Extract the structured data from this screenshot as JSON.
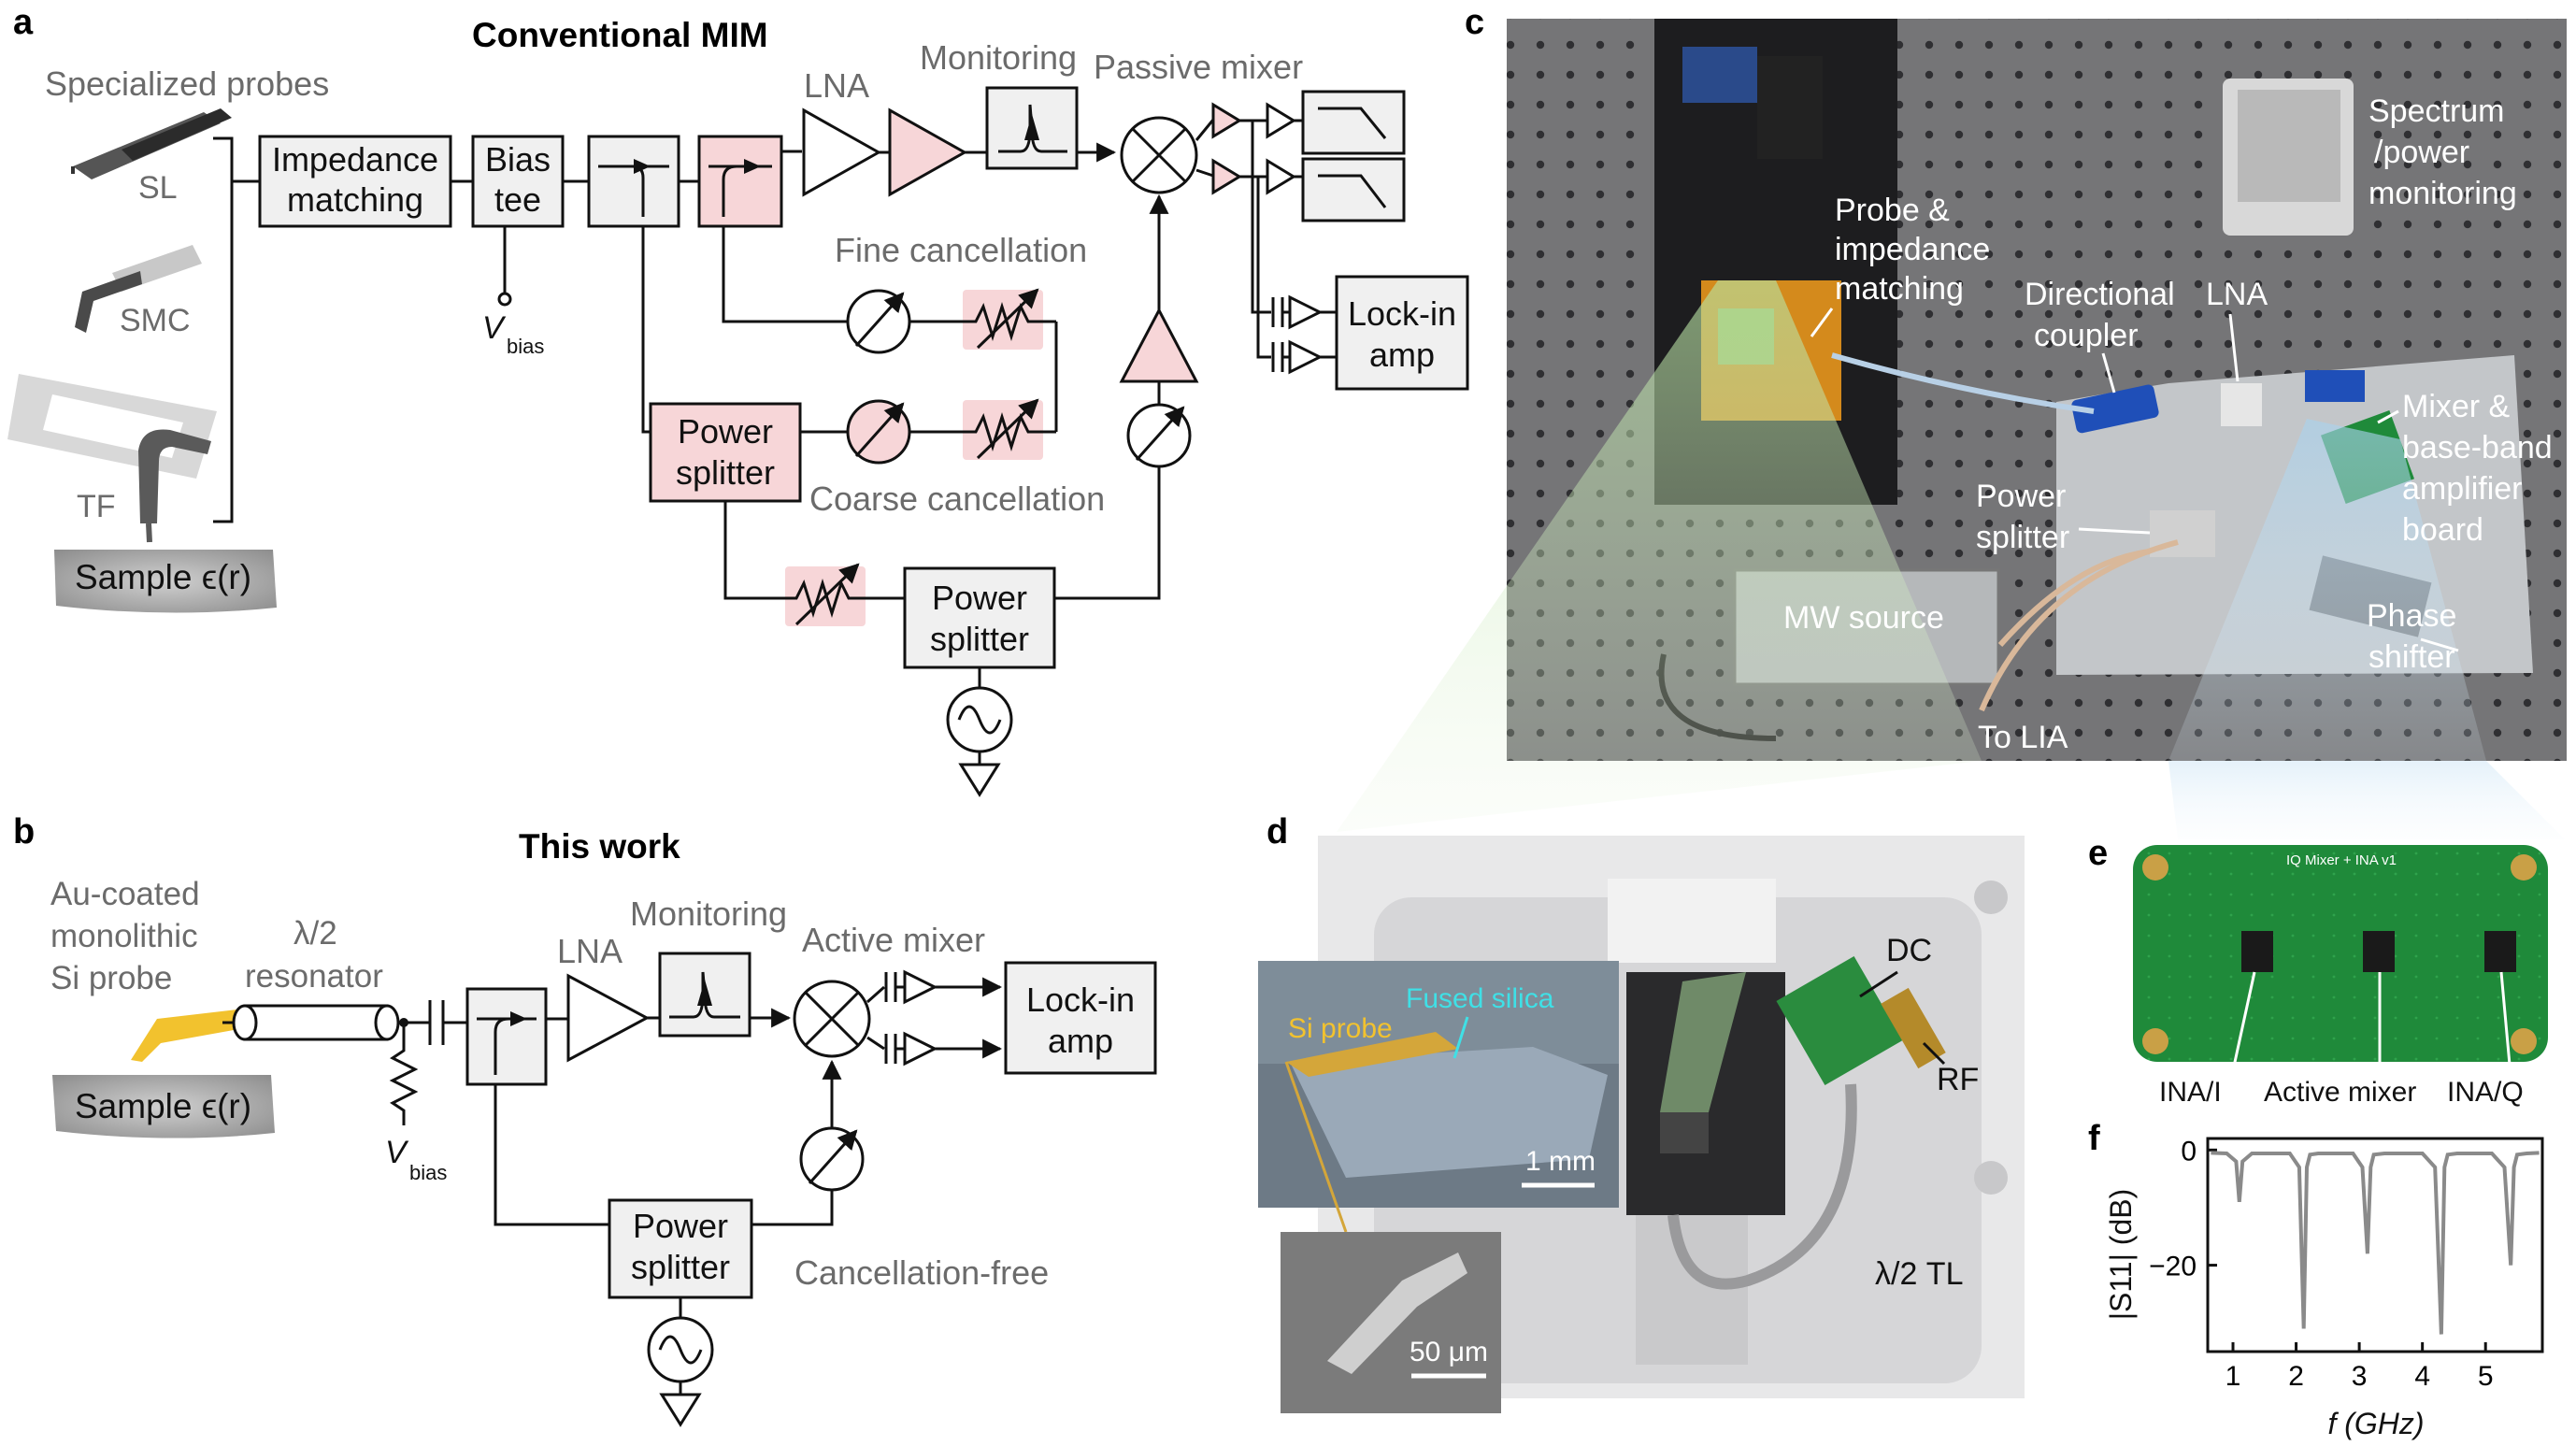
{
  "panels": {
    "a": "a",
    "b": "b",
    "c": "c",
    "d": "d",
    "e": "e",
    "f": "f"
  },
  "a": {
    "title": "Conventional MIM",
    "specialized_probes": "Specialized probes",
    "probe_sl": "SL",
    "probe_smc": "SMC",
    "probe_tf": "TF",
    "sample": "Sample ϵ(r)",
    "impedance_matching_line1": "Impedance",
    "impedance_matching_line2": "matching",
    "bias_tee_line1": "Bias",
    "bias_tee_line2": "tee",
    "vbias_v": "V",
    "vbias_sub": "bias",
    "lna": "LNA",
    "monitoring": "Monitoring",
    "passive_mixer": "Passive mixer",
    "fine_cancellation": "Fine cancellation",
    "coarse_cancellation": "Coarse cancellation",
    "power_splitter_line1": "Power",
    "power_splitter_line2": "splitter",
    "lockin_line1": "Lock-in",
    "lockin_line2": "amp"
  },
  "b": {
    "title": "This work",
    "probe_line1": "Au-coated",
    "probe_line2": "monolithic",
    "probe_line3": "Si probe",
    "resonator_line1": "λ/2",
    "resonator_line2": "resonator",
    "sample": "Sample ϵ(r)",
    "vbias_v": "V",
    "vbias_sub": "bias",
    "lna": "LNA",
    "monitoring": "Monitoring",
    "active_mixer": "Active mixer",
    "power_splitter_line1": "Power",
    "power_splitter_line2": "splitter",
    "cancellation_free": "Cancellation-free",
    "lockin_line1": "Lock-in",
    "lockin_line2": "amp"
  },
  "c": {
    "probe_line1": "Probe &",
    "probe_line2": "impedance",
    "probe_line3": "matching",
    "directional_line1": "Directional",
    "directional_line2": "coupler",
    "lna": "LNA",
    "spectrum_line1": "Spectrum",
    "spectrum_line2": "/power",
    "spectrum_line3": "monitoring",
    "mixer_line1": "Mixer &",
    "mixer_line2": "base-band",
    "mixer_line3": "amplifier",
    "mixer_line4": "board",
    "power_line1": "Power",
    "power_line2": "splitter",
    "mw_source": "MW source",
    "phase_line1": "Phase",
    "phase_line2": "shifter",
    "to_lia": "To LIA"
  },
  "d": {
    "dc": "DC",
    "rf": "RF",
    "si_probe": "Si probe",
    "fused_silica": "Fused silica",
    "scale1": "1 mm",
    "scale2": "50 μm",
    "tl": "λ/2 TL"
  },
  "e": {
    "ina_i": "INA/I",
    "active_mixer": "Active mixer",
    "ina_q": "INA/Q",
    "board_title": "IQ Mixer + INA v1"
  },
  "f": {
    "ylabel": "|S11| (dB)",
    "xlabel": "f (GHz)"
  },
  "chart_data": {
    "type": "line",
    "title": "",
    "xlabel": "f (GHz)",
    "ylabel": "|S11| (dB)",
    "xlim": [
      0.6,
      5.9
    ],
    "ylim": [
      -35,
      2
    ],
    "xticks": [
      1,
      2,
      3,
      4,
      5
    ],
    "yticks": [
      0,
      -20
    ],
    "series": [
      {
        "x": [
          0.65,
          0.9,
          1.05,
          1.1,
          1.15,
          1.3,
          1.9,
          2.05,
          2.12,
          2.17,
          2.22,
          2.35,
          2.9,
          3.05,
          3.13,
          3.18,
          3.23,
          3.4,
          4.0,
          4.2,
          4.3,
          4.35,
          4.4,
          4.55,
          5.1,
          5.3,
          5.4,
          5.45,
          5.5,
          5.65,
          5.85
        ],
        "y": [
          -0.5,
          -0.6,
          -2,
          -9,
          -2,
          -0.6,
          -0.6,
          -3,
          -31,
          -3,
          -0.8,
          -0.6,
          -0.6,
          -3,
          -18,
          -3,
          -0.8,
          -0.6,
          -0.6,
          -3,
          -32,
          -3,
          -0.8,
          -0.6,
          -0.6,
          -3,
          -20,
          -3,
          -0.8,
          -0.6,
          -0.5
        ]
      }
    ]
  },
  "colors": {
    "pink_fill": "#f7d6d8",
    "box_fill": "#f0f0f0",
    "probe_gold": "#f2c22e",
    "trace_grey": "#8a8a8a",
    "highlight_green": "#9cd88a",
    "highlight_blue": "#9ac8e8"
  }
}
